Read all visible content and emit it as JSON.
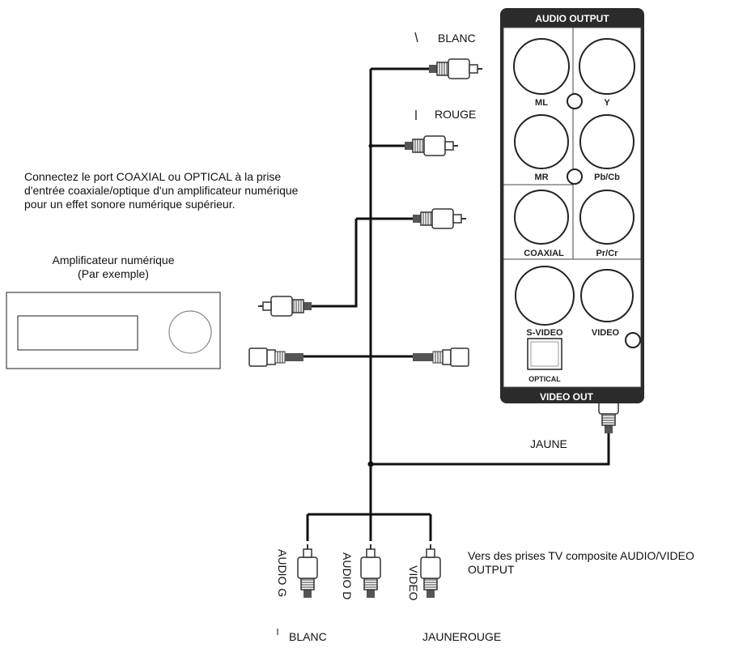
{
  "instruction_text": "Connectez le port COAXIAL ou OPTICAL à la prise d'entrée coaxiale/optique d'un amplificateur numérique pour un effet sonore numérique supérieur.",
  "amplifier": {
    "title": "Amplificateur numérique",
    "subtitle": "(Par exemple)"
  },
  "panel": {
    "audio_output": "AUDIO OUTPUT",
    "video_output": "VIDEO OUT",
    "jacks": {
      "ml": "ML",
      "y": "Y",
      "mr": "MR",
      "pbcb": "Pb/Cb",
      "coaxial": "COAXIAL",
      "prcr": "Pr/Cr",
      "svideo": "S-VIDEO",
      "video": "VIDEO",
      "optical": "OPTICAL"
    }
  },
  "cable_labels": {
    "blanc_top": "BLANC",
    "rouge_top": "ROUGE",
    "jaune": "JAUNE",
    "audio_g": "AUDIO G",
    "audio_d": "AUDIO D",
    "video": "VIDEO",
    "blanc_bottom": "BLANC",
    "jaune_rouge_bottom": "JAUNEROUGE"
  },
  "tv_text": {
    "line1": "Vers des prises TV composite AUDIO/VIDEO",
    "line2": "OUTPUT"
  }
}
